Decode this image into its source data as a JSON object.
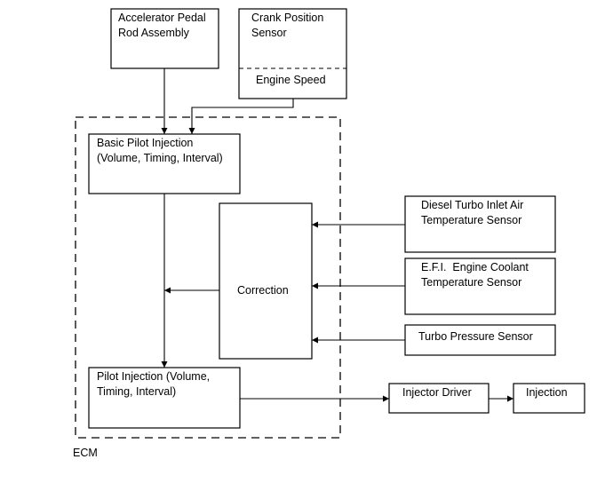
{
  "nodes": {
    "accelerator": [
      "Accelerator Pedal",
      "Rod Assembly"
    ],
    "crank": [
      "Crank Position",
      "Sensor"
    ],
    "engine_speed": "Engine Speed",
    "basic_pilot": [
      "Basic Pilot Injection",
      "(Volume, Timing, Interval)"
    ],
    "correction": "Correction",
    "diesel_turbo": [
      "Diesel Turbo Inlet Air",
      "Temperature Sensor"
    ],
    "efi_coolant": [
      "E.F.I.  Engine Coolant",
      "Temperature Sensor"
    ],
    "turbo_pressure": "Turbo Pressure Sensor",
    "pilot_injection": [
      "Pilot Injection (Volume,",
      "Timing, Interval)"
    ],
    "injector_driver": "Injector Driver",
    "injection": "Injection"
  },
  "ecm_label": "ECM",
  "colors": {
    "line": "#000000",
    "box_fill": "#ffffff"
  }
}
